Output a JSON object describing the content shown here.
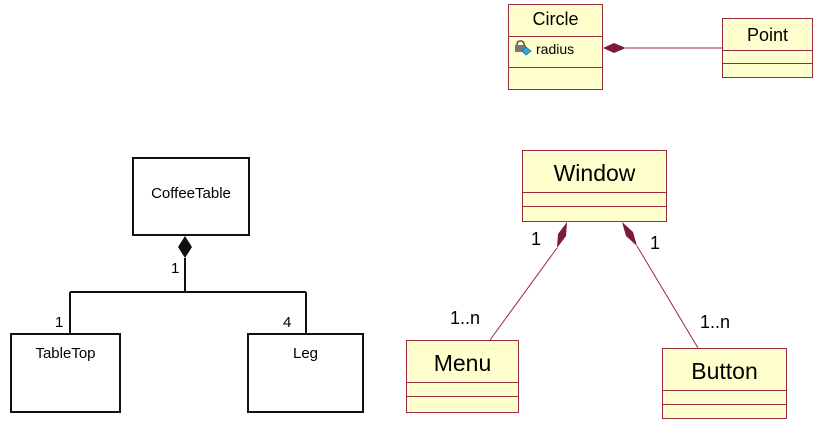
{
  "colors": {
    "uml_fill": "#fffecd",
    "uml_border": "#9a2a3e",
    "composition": "#7a1a3e",
    "bw_line": "#111111"
  },
  "circle_diagram": {
    "circle": {
      "name": "Circle",
      "attribute": "radius",
      "attribute_icon": "lock-attribute-icon"
    },
    "point": {
      "name": "Point"
    }
  },
  "coffee_diagram": {
    "coffee_table": {
      "name": "CoffeeTable"
    },
    "table_top": {
      "name": "TableTop"
    },
    "leg": {
      "name": "Leg"
    },
    "mult_whole": "1",
    "mult_tabletop": "1",
    "mult_leg": "4"
  },
  "window_diagram": {
    "window": {
      "name": "Window"
    },
    "menu": {
      "name": "Menu"
    },
    "button": {
      "name": "Button"
    },
    "mult_window_menu": "1",
    "mult_window_button": "1",
    "mult_menu": "1..n",
    "mult_button": "1..n"
  }
}
